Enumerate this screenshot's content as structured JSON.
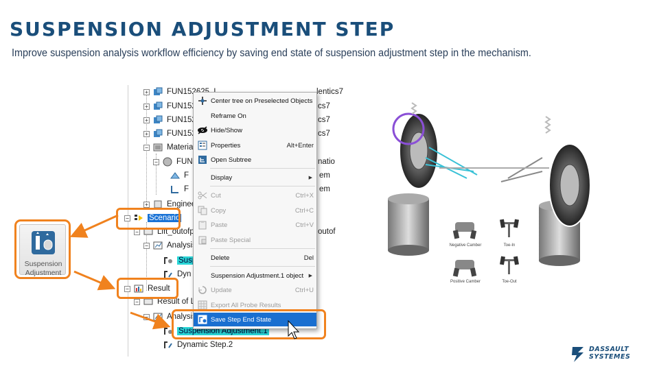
{
  "header": {
    "title": "SUSPENSION ADJUSTMENT STEP",
    "subtitle": "Improve suspension analysis workflow efficiency by saving end state of suspension adjustment step in the mechanism."
  },
  "tree": {
    "rows": [
      {
        "label": "FUN152625_L..."
      },
      {
        "label": "FUN152"
      },
      {
        "label": "FUN152"
      },
      {
        "label": "FUN152"
      },
      {
        "label": "Materia"
      },
      {
        "label": "FUN"
      },
      {
        "label": "F"
      },
      {
        "label": "F"
      },
      {
        "label": "Enginee"
      },
      {
        "label": "Scenario"
      },
      {
        "label": "Lift_outofp"
      },
      {
        "label": "Analysis"
      },
      {
        "label": "Susp"
      },
      {
        "label": "Dyn"
      },
      {
        "label": "Result"
      },
      {
        "label": "Result of L"
      },
      {
        "label": "Analysis"
      },
      {
        "label": "Suspension Adjustment.1"
      },
      {
        "label": "Dynamic Step.2"
      }
    ],
    "clipped_right": [
      "lentics7",
      "cs7",
      "cs7",
      "cs7",
      "natio",
      "em",
      "em",
      "outof"
    ]
  },
  "context_menu": {
    "items": [
      {
        "label": "Center tree on Preselected Objects",
        "shortcut": "",
        "icon": "center-tree-icon"
      },
      {
        "label": "Reframe On",
        "shortcut": "",
        "icon": ""
      },
      {
        "label": "Hide/Show",
        "shortcut": "",
        "icon": "eye-icon"
      },
      {
        "label": "Properties",
        "shortcut": "Alt+Enter",
        "icon": "properties-icon"
      },
      {
        "label": "Open Subtree",
        "shortcut": "",
        "icon": "subtree-icon"
      },
      {
        "label": "Display",
        "shortcut": "",
        "icon": ""
      },
      {
        "label": "Cut",
        "shortcut": "Ctrl+X",
        "icon": "scissors-icon"
      },
      {
        "label": "Copy",
        "shortcut": "Ctrl+C",
        "icon": "copy-icon"
      },
      {
        "label": "Paste",
        "shortcut": "Ctrl+V",
        "icon": "paste-icon"
      },
      {
        "label": "Paste Special",
        "shortcut": "",
        "icon": "paste-special-icon"
      },
      {
        "label": "Delete",
        "shortcut": "Del",
        "icon": ""
      },
      {
        "label": "Suspension Adjustment.1 object",
        "shortcut": "",
        "icon": ""
      },
      {
        "label": "Update",
        "shortcut": "Ctrl+U",
        "icon": "update-icon"
      },
      {
        "label": "Export All Probe Results",
        "shortcut": "",
        "icon": "export-icon"
      },
      {
        "label": "Save Step End State",
        "shortcut": "",
        "icon": "save-state-icon"
      }
    ]
  },
  "tile": {
    "label_line1": "Suspension",
    "label_line2": "Adjustment"
  },
  "diagram": {
    "negative_camber": "Negative Camber",
    "toe_in": "Toe-In",
    "positive_camber": "Positive Camber",
    "toe_out": "Toe-Out"
  },
  "logo": {
    "line1": "DASSAULT",
    "line2": "SYSTEMES"
  },
  "colors": {
    "accent_orange": "#f0821e",
    "title_blue": "#1a4e7a",
    "selection_blue": "#1a73d6",
    "highlight_cyan": "#2ad6d6"
  }
}
